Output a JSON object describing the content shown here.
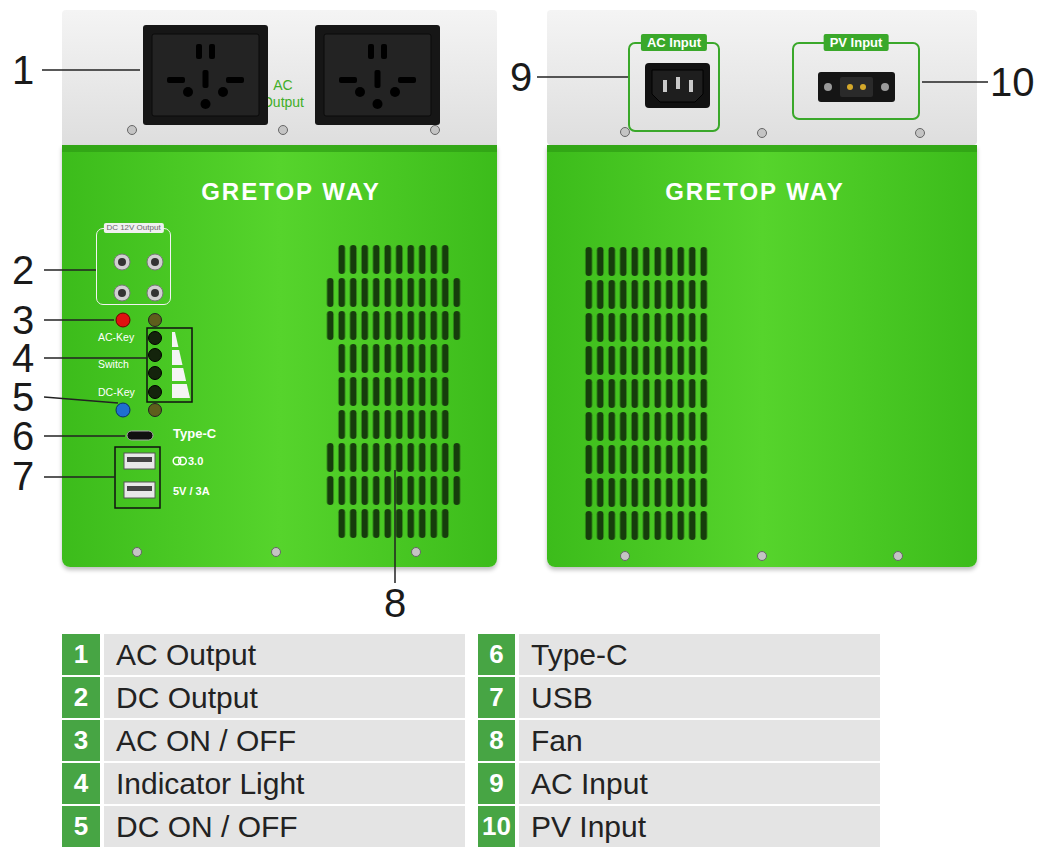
{
  "diagram": {
    "nodes": [
      {
        "text": [
          "AC Output"
        ]
      },
      {
        "text": [
          "GRETOP WAY"
        ]
      },
      {
        "text": [
          "DC 12V Output"
        ],
        "in": 1
      },
      {
        "text": [
          "AC Input"
        ]
      },
      {
        "text": [
          "PV Input"
        ]
      },
      {
        "text": [
          "GRETOP WAY"
        ]
      }
    ],
    "labels": [
      "1",
      "2",
      "3",
      "4",
      "5",
      "6",
      "7",
      "8",
      "9",
      "10",
      "AC-Key",
      "Switch",
      "DC-Key",
      "Type-C",
      "3.0",
      "5V / 3A",
      "1",
      "AC Output",
      "6",
      "Type-C",
      "2",
      "DC Output",
      "7",
      "USB",
      "3",
      "AC ON / OFF",
      "8",
      "Fan",
      "4",
      "Indicator Light",
      "9",
      "AC Input",
      "5",
      "DC ON / OFF",
      "10",
      "PV Input"
    ]
  }
}
